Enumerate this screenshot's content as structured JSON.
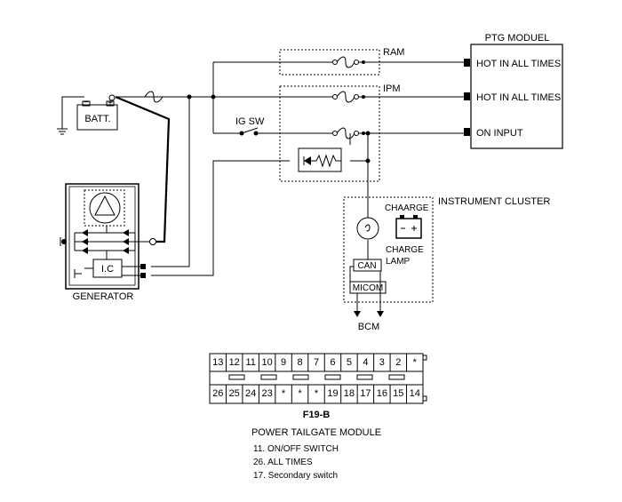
{
  "labels": {
    "ptg_module": "PTG MODUEL",
    "ram": "RAM",
    "ipm": "IPM",
    "ig_sw": "IG SW",
    "batt": "BATT.",
    "generator": "GENERATOR",
    "ic": "I.C",
    "instrument_cluster": "INSTRUMENT CLUSTER",
    "chaarge": "CHAARGE",
    "charge": "CHARGE",
    "lamp": "LAMP",
    "can": "CAN",
    "micom": "MICOM",
    "bcm": "BCM",
    "battery_minus": "−",
    "battery_plus": "+"
  },
  "ptg_pins": [
    "HOT IN ALL TIMES",
    "HOT IN ALL TIMES",
    "ON INPUT"
  ],
  "connector": {
    "id": "F19-B",
    "name": "POWER TAILGATE MODULE",
    "top_row": [
      "13",
      "12",
      "11",
      "10",
      "9",
      "8",
      "7",
      "6",
      "5",
      "4",
      "3",
      "2",
      "*"
    ],
    "bottom_row": [
      "26",
      "25",
      "24",
      "23",
      "*",
      "*",
      "*",
      "19",
      "18",
      "17",
      "16",
      "15",
      "14"
    ]
  },
  "pin_notes": [
    "11. ON/OFF SWITCH",
    "26. ALL TIMES",
    "17. Secondary switch"
  ]
}
